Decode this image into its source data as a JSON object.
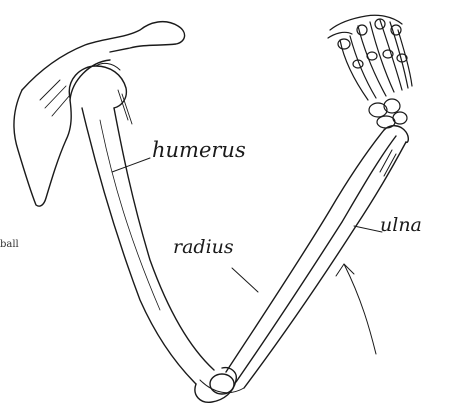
{
  "labels": {
    "humerus": "humerus",
    "radius": "radius",
    "ulna": "ulna",
    "cut_text": "ball"
  },
  "colors": {
    "ink": "#1a1a1a",
    "background": "#ffffff"
  }
}
